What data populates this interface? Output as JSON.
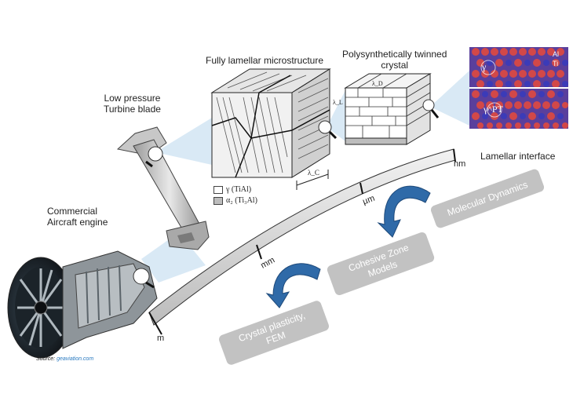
{
  "labels": {
    "engine": [
      "Commercial",
      "Aircraft engine"
    ],
    "blade": [
      "Low pressure",
      "Turbine blade"
    ],
    "microstructure": "Fully lamellar microstructure",
    "crystal": [
      "Polysynthetically twinned",
      "crystal"
    ],
    "interface": "Lamellar interface"
  },
  "source": {
    "prefix": "Source:",
    "link": "geaviation.com"
  },
  "legend": [
    {
      "symbol": "γ (TiAl)",
      "color": "#ffffff"
    },
    {
      "symbol": "α₂ (Ti₃Al)",
      "color": "#bdbdbd"
    }
  ],
  "dimensions": {
    "lambda_c": "λ_C",
    "lambda_d": "λ_D",
    "lambda_l": "λ_L"
  },
  "atoms": {
    "al": "Al",
    "ti": "Ti",
    "gamma": "γ",
    "gamma_pt": "γ^PT"
  },
  "scale": {
    "m": "m",
    "mm": "mm",
    "um": "µm",
    "nm": "nm"
  },
  "methods": {
    "crystal_plasticity": [
      "Crystal plasticity,",
      "FEM"
    ],
    "cohesive_zone": [
      "Cohesive Zone",
      "Models"
    ],
    "molecular_dynamics": "Molecular Dynamics"
  },
  "colors": {
    "box": "#c2c2c2",
    "arrow": "#2f6aa8",
    "beam": "#cfe3f2",
    "atom_red": "#d24848",
    "atom_blue": "#4a3fb0"
  }
}
